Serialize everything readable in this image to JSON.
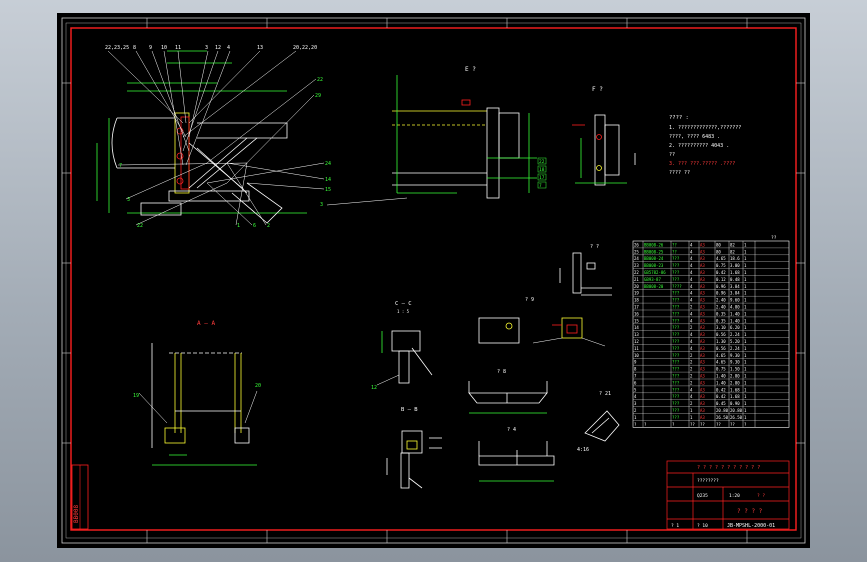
{
  "drawing": {
    "colors": {
      "background": "#000000",
      "viewport": "#a9b1bb",
      "frame": "#ff2020",
      "outline": "#ffffff",
      "dimension": "#39ff39",
      "accent": "#ffff33",
      "leader": "#ffffff",
      "cyan": "#33ffff",
      "title_text": "#ff3b3b"
    },
    "views": {
      "top_callouts": [
        "22,23,25",
        "8",
        "9",
        "10",
        "11",
        "3",
        "12",
        "4",
        "13",
        "20,22,20"
      ],
      "side_callouts": [
        "22",
        "29",
        "7",
        "24",
        "14",
        "15",
        "3",
        "22",
        "1",
        "6",
        "2"
      ],
      "view_e_title": "E ?",
      "view_e_callouts": [
        "22",
        "18",
        "17",
        "7"
      ],
      "view_f_title": "F ?",
      "view_a_title": "A — A",
      "view_a_callouts": [
        "19",
        "20"
      ],
      "view_cc_title": "C — C",
      "view_cc_scale": "1 : 5",
      "view_cc_callout": "12",
      "view_bb_title": "B — B",
      "view_g_title": "? ?",
      "view_h_title": "? 9",
      "view_i_title": "? 8",
      "view_j_title": "? 4",
      "view_k_title": "? 21",
      "view_k_callout": "4:16"
    },
    "notes": {
      "heading": "???? :",
      "lines": [
        "1. ?????????????,???????",
        "   ????, ???? 6483 .",
        "2. ?????????? 4043 .",
        "   ??",
        "3. ??? ???.????? .????",
        "   ???? ??"
      ]
    },
    "bom": {
      "corner_label": "??",
      "rows": [
        [
          "26",
          "BB008-26",
          "??",
          "4",
          "A3",
          "80",
          "82",
          "1"
        ],
        [
          "25",
          "BB008-25",
          "??",
          "4",
          "A3",
          "80",
          "82",
          "1"
        ],
        [
          "24",
          "BB008-24",
          "???",
          "4",
          "A3",
          "4.65",
          "18.6",
          "1"
        ],
        [
          "23",
          "BB008-23",
          "???",
          "4",
          "A3",
          "0.75",
          "3.00",
          "1"
        ],
        [
          "22",
          "GB5782-86",
          "???",
          "4",
          "A3",
          "0.42",
          "1.68",
          "1"
        ],
        [
          "21",
          "GB93-87",
          "???",
          "4",
          "A3",
          "0.12",
          "0.48",
          "1"
        ],
        [
          "20",
          "BB008-20",
          "????",
          "4",
          "A3",
          "0.96",
          "3.84",
          "1"
        ],
        [
          "19",
          "",
          "???",
          "4",
          "A3",
          "0.96",
          "3.84",
          "1"
        ],
        [
          "18",
          "",
          "???",
          "4",
          "A3",
          "2.40",
          "9.60",
          "1"
        ],
        [
          "17",
          "",
          "???",
          "2",
          "A3",
          "2.40",
          "4.80",
          "1"
        ],
        [
          "16",
          "",
          "???",
          "4",
          "A3",
          "0.35",
          "1.40",
          "1"
        ],
        [
          "15",
          "",
          "???",
          "4",
          "A3",
          "0.35",
          "1.40",
          "1"
        ],
        [
          "14",
          "",
          "???",
          "2",
          "A3",
          "3.10",
          "6.20",
          "1"
        ],
        [
          "13",
          "",
          "???",
          "4",
          "A3",
          "0.56",
          "2.24",
          "1"
        ],
        [
          "12",
          "",
          "???",
          "4",
          "A3",
          "1.30",
          "5.20",
          "1"
        ],
        [
          "11",
          "",
          "???",
          "4",
          "A3",
          "0.56",
          "2.24",
          "1"
        ],
        [
          "10",
          "",
          "???",
          "2",
          "A3",
          "4.65",
          "9.30",
          "1"
        ],
        [
          "9",
          "",
          "???",
          "2",
          "A3",
          "4.65",
          "9.30",
          "1"
        ],
        [
          "8",
          "",
          "???",
          "2",
          "A3",
          "0.75",
          "1.50",
          "1"
        ],
        [
          "7",
          "",
          "???",
          "2",
          "A3",
          "1.40",
          "2.80",
          "1"
        ],
        [
          "6",
          "",
          "???",
          "2",
          "A3",
          "1.40",
          "2.80",
          "1"
        ],
        [
          "5",
          "",
          "???",
          "4",
          "A3",
          "0.42",
          "1.68",
          "1"
        ],
        [
          "4",
          "",
          "???",
          "4",
          "A3",
          "0.42",
          "1.68",
          "1"
        ],
        [
          "3",
          "",
          "???",
          "2",
          "A3",
          "0.45",
          "0.90",
          "1"
        ],
        [
          "2",
          "",
          "???",
          "1",
          "A3",
          "20.80",
          "20.80",
          "1"
        ],
        [
          "1",
          "",
          "???",
          "1",
          "A3",
          "26.50",
          "26.50",
          "1"
        ]
      ],
      "footer": [
        "?",
        "?",
        "?",
        "??",
        "??",
        "??",
        "??",
        "?"
      ]
    },
    "title_block": {
      "heading": "? ? ? ? ? ? ? ? ? ? ?",
      "row2": "????????",
      "row3_a": "Q235",
      "row3_b": "1:20",
      "row3_c": "? ?",
      "title": "? ? ? ?",
      "scale_label": "? 10",
      "sheet": "? 1",
      "drawing_number": "JB-MPSHL-2000-01"
    },
    "side_stamp": "BB008"
  }
}
